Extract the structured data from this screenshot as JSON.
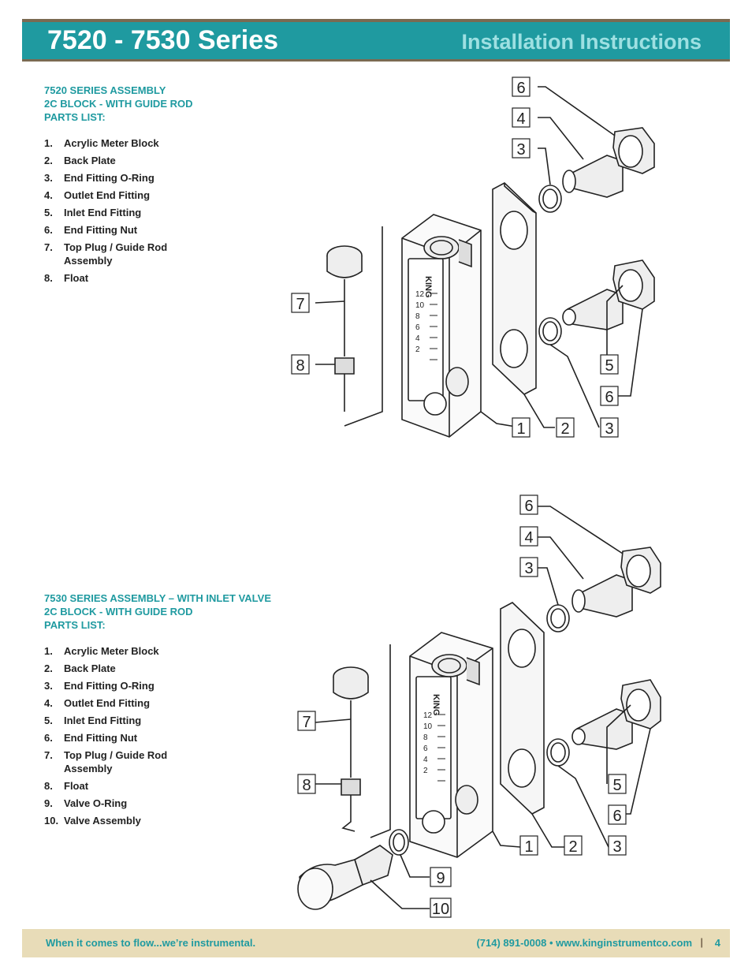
{
  "header": {
    "title": "7520 - 7530 Series",
    "subtitle": "Installation Instructions"
  },
  "section1": {
    "heading_line1": "7520 SERIES ASSEMBLY",
    "heading_line2": "2C BLOCK - WITH GUIDE ROD",
    "heading_line3": "PARTS LIST:",
    "items": [
      {
        "num": "1.",
        "label": "Acrylic Meter Block"
      },
      {
        "num": "2.",
        "label": "Back Plate"
      },
      {
        "num": "3.",
        "label": "End Fitting O-Ring"
      },
      {
        "num": "4.",
        "label": "Outlet End Fitting"
      },
      {
        "num": "5.",
        "label": "Inlet End Fitting"
      },
      {
        "num": "6.",
        "label": "End Fitting Nut"
      },
      {
        "num": "7.",
        "label": "Top Plug / Guide Rod Assembly"
      },
      {
        "num": "8.",
        "label": "Float"
      }
    ]
  },
  "section2": {
    "heading_line1": "7530 SERIES ASSEMBLY – WITH INLET VALVE",
    "heading_line2": "2C BLOCK - WITH GUIDE ROD",
    "heading_line3": "PARTS LIST:",
    "items": [
      {
        "num": "1.",
        "label": "Acrylic Meter Block"
      },
      {
        "num": "2.",
        "label": "Back Plate"
      },
      {
        "num": "3.",
        "label": "End Fitting O-Ring"
      },
      {
        "num": "4.",
        "label": "Outlet End Fitting"
      },
      {
        "num": "5.",
        "label": "Inlet End Fitting"
      },
      {
        "num": "6.",
        "label": "End Fitting Nut"
      },
      {
        "num": "7.",
        "label": "Top Plug / Guide Rod Assembly"
      },
      {
        "num": "8.",
        "label": "Float"
      },
      {
        "num": "9.",
        "label": " Valve O-Ring"
      },
      {
        "num": "10.",
        "label": " Valve Assembly"
      }
    ]
  },
  "diagram1": {
    "callouts": [
      "6",
      "4",
      "3",
      "7",
      "8",
      "5",
      "6",
      "1",
      "2",
      "3"
    ],
    "brand": "KING",
    "scale": [
      "12",
      "10",
      "8",
      "6",
      "4",
      "2"
    ]
  },
  "diagram2": {
    "callouts": [
      "6",
      "4",
      "3",
      "7",
      "8",
      "5",
      "6",
      "1",
      "2",
      "3",
      "9",
      "10"
    ],
    "brand": "KING",
    "scale": [
      "12",
      "10",
      "8",
      "6",
      "4",
      "2"
    ]
  },
  "footer": {
    "tagline": "When it comes to flow...we’re instrumental.",
    "contact": "(714) 891-0008 • www.kinginstrumentco.com",
    "separator": "|",
    "page": "4"
  },
  "colors": {
    "teal": "#1f9aa0",
    "brown": "#7a6a52",
    "footer_bg": "#e8dcb8"
  }
}
